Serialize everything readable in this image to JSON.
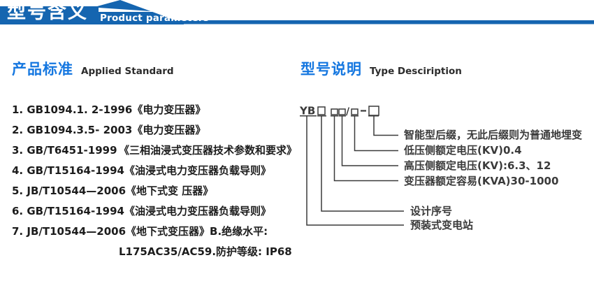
{
  "header": {
    "title_cn": "型号含义",
    "title_en": "Product parameters"
  },
  "colors": {
    "banner_blue": "#1565b0",
    "heading_blue": "#1577e0",
    "body_text": "#1c1c1c",
    "diagram_line": "#3a3a3a"
  },
  "left": {
    "heading_cn": "产品标准",
    "heading_en": "Applied Standard",
    "items": [
      {
        "code": "1. GB1094.1. 2-1996",
        "title": "《电力变压器》"
      },
      {
        "code": "2. GB1094.3.5- 2003",
        "title": "《电力变压器》"
      },
      {
        "code": "3. GB/T6451-1999",
        "title": "《三相油浸式变压器技术参数和要求》"
      },
      {
        "code": "4. GB/T15164-1994",
        "title": "《油浸式电力变压器负载导则》"
      },
      {
        "code": "5. JB/T10544—2006",
        "title": "《地下式变 压器》"
      },
      {
        "code": "6. GB/T15164-1994",
        "title": "《油浸式电力变压器负载导则》"
      },
      {
        "code": "7. JB/T10544—2006",
        "title": "《地下式变压器》B.绝缘水平:",
        "title2": "L175AC35/AC59.防护等级: IP68"
      }
    ]
  },
  "right": {
    "heading_cn": "型号说明",
    "heading_en": "Type Desciription",
    "diagram": {
      "model_code_template": "YB□ □□/□-□",
      "prefix": "YB",
      "slash": "/",
      "labels": [
        "智能型后缀，无此后缀则为普通地埋变",
        "低压侧额定电压(KV)0.4",
        "高压侧额定电压(KV):6.3、12",
        "变压器额定容易(KVA)30-1000",
        "设计序号",
        "预装式变电站"
      ]
    }
  }
}
